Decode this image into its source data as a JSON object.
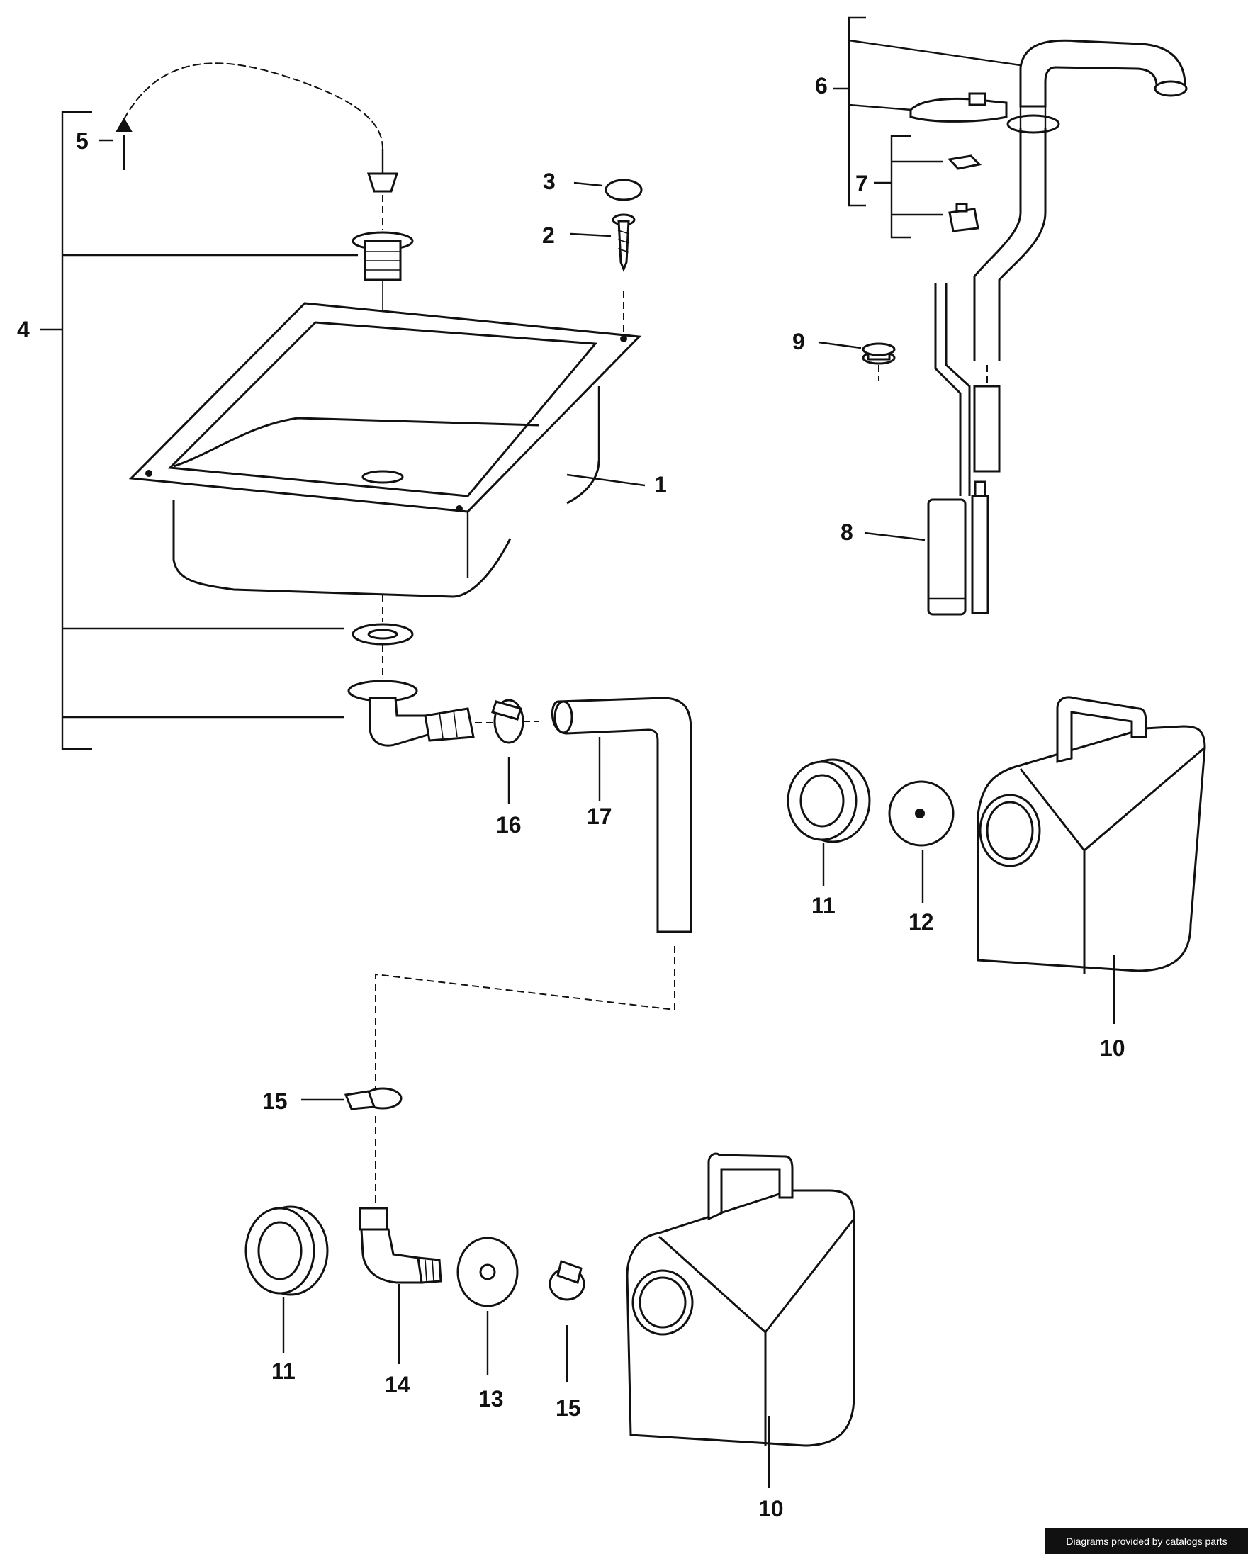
{
  "callouts": {
    "c1": "1",
    "c2": "2",
    "c3": "3",
    "c4": "4",
    "c5": "5",
    "c6": "6",
    "c7": "7",
    "c8": "8",
    "c9": "9",
    "c10a": "10",
    "c10b": "10",
    "c11a": "11",
    "c11b": "11",
    "c12": "12",
    "c13": "13",
    "c14": "14",
    "c15a": "15",
    "c15b": "15",
    "c16": "16",
    "c17": "17"
  },
  "credit": "Diagrams provided by catalogs parts"
}
